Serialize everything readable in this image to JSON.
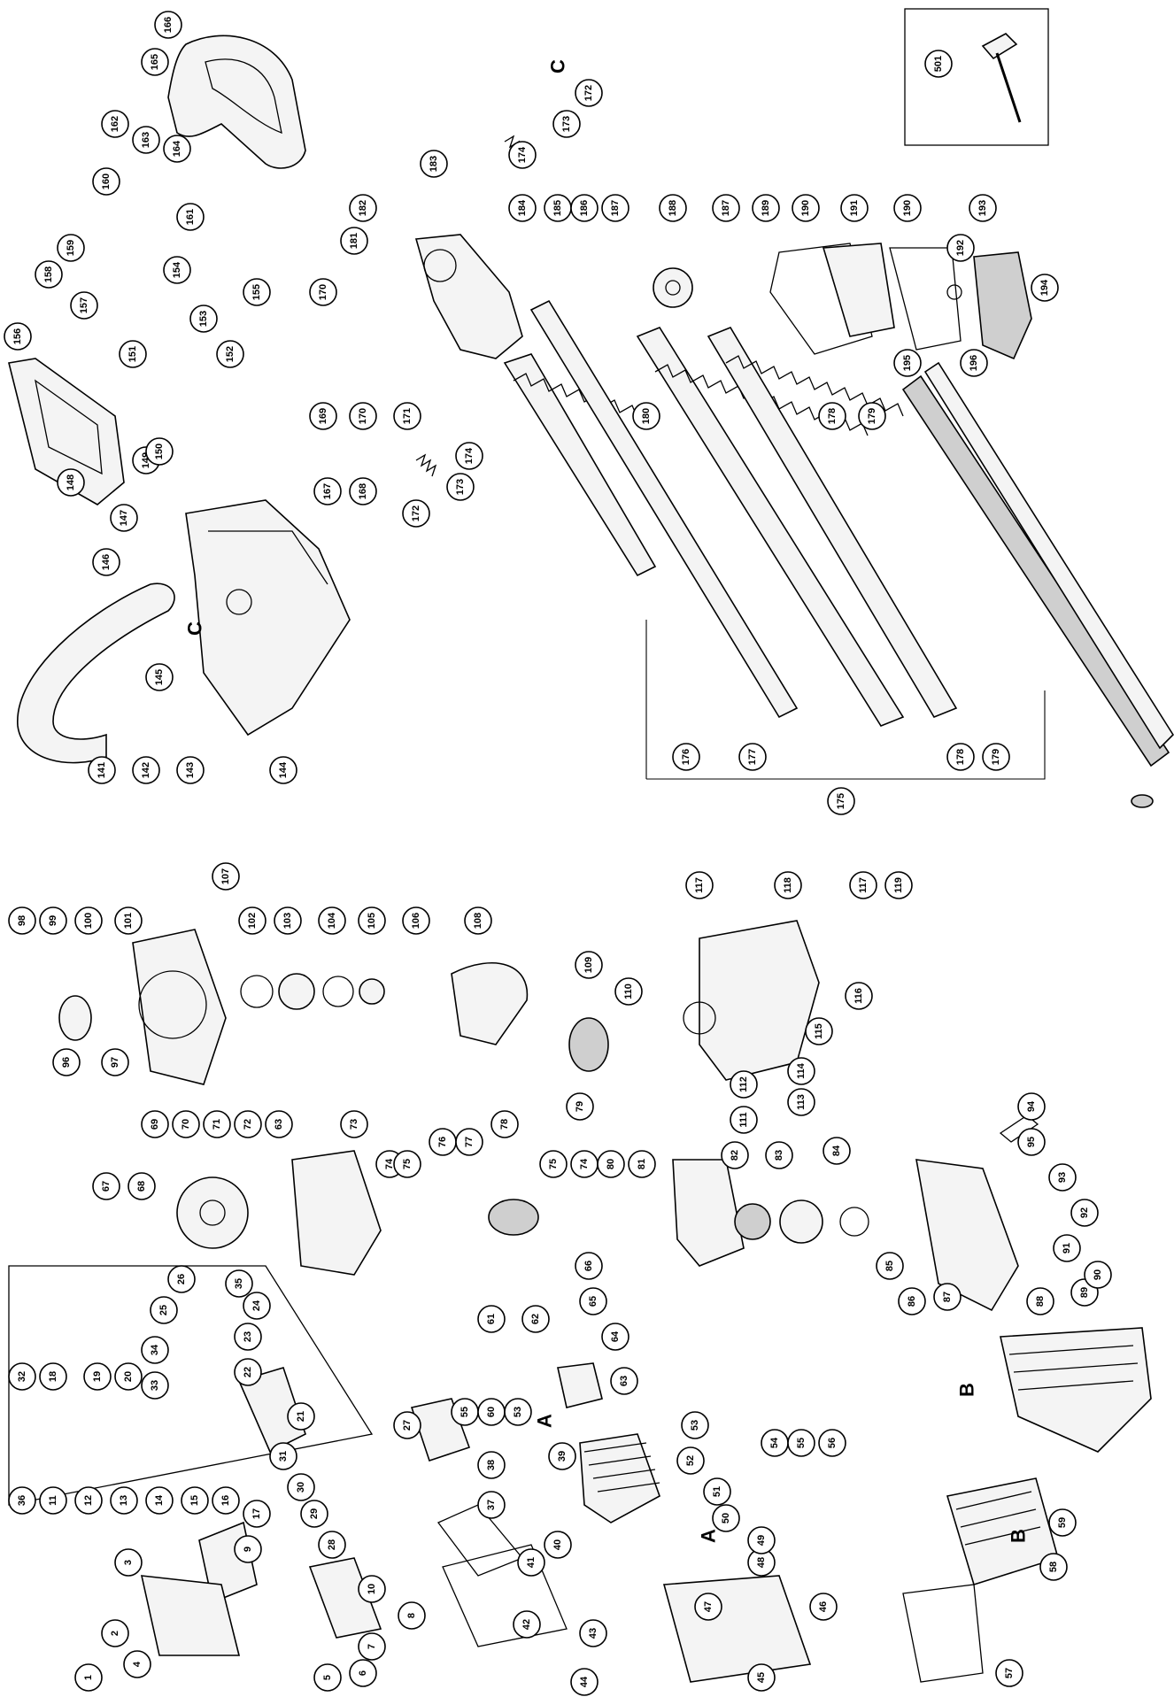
{
  "callouts_top": [
    "166",
    "165",
    "162",
    "163",
    "164",
    "172",
    "173",
    "174",
    "183",
    "160",
    "161",
    "182",
    "181",
    "184",
    "185",
    "186",
    "187",
    "188",
    "187",
    "189",
    "190",
    "191",
    "190",
    "193",
    "192",
    "194",
    "501",
    "157",
    "159",
    "158",
    "154",
    "153",
    "155",
    "152",
    "151",
    "156",
    "170",
    "169",
    "170",
    "171",
    "180",
    "178",
    "179",
    "195",
    "196",
    "148",
    "149",
    "150",
    "147",
    "146",
    "167",
    "168",
    "174",
    "173",
    "172",
    "145",
    "141",
    "142",
    "143",
    "144",
    "176",
    "177",
    "175",
    "178",
    "179"
  ],
  "callouts_bottom": [
    "107",
    "98",
    "99",
    "100",
    "101",
    "102",
    "103",
    "104",
    "105",
    "106",
    "108",
    "117",
    "118",
    "117",
    "119",
    "96",
    "97",
    "109",
    "110",
    "116",
    "115",
    "114",
    "113",
    "112",
    "111",
    "69",
    "70",
    "71",
    "72",
    "63",
    "73",
    "74",
    "75",
    "76",
    "77",
    "78",
    "79",
    "75",
    "74",
    "80",
    "81",
    "82",
    "83",
    "84",
    "67",
    "68",
    "85",
    "86",
    "87",
    "88",
    "89",
    "94",
    "95",
    "93",
    "92",
    "91",
    "90",
    "66",
    "61",
    "62",
    "65",
    "64",
    "63",
    "26",
    "35",
    "25",
    "24",
    "34",
    "23",
    "33",
    "22",
    "32",
    "18",
    "19",
    "20",
    "21",
    "31",
    "30",
    "29",
    "28",
    "27",
    "36",
    "11",
    "12",
    "13",
    "14",
    "15",
    "16",
    "17",
    "9",
    "10",
    "8",
    "7",
    "6",
    "5",
    "4",
    "3",
    "2",
    "1",
    "55",
    "60",
    "53",
    "39",
    "38",
    "37",
    "40",
    "41",
    "42",
    "43",
    "44",
    "45",
    "46",
    "47",
    "48",
    "49",
    "50",
    "51",
    "52",
    "53",
    "54",
    "55",
    "56",
    "57",
    "58",
    "59"
  ],
  "markers": [
    "C",
    "C",
    "A",
    "A",
    "B",
    "B"
  ],
  "icons": {
    "handle": "handle-icon",
    "blade": "blade-icon",
    "gear": "gear-icon",
    "flywheel": "flywheel-icon",
    "cylinder": "cylinder-icon",
    "carburetor": "carburetor-icon",
    "muffler": "muffler-icon",
    "fuel_tank": "fuel-tank-icon",
    "starter": "recoil-starter-icon",
    "tool": "spark-plug-wrench-icon"
  }
}
